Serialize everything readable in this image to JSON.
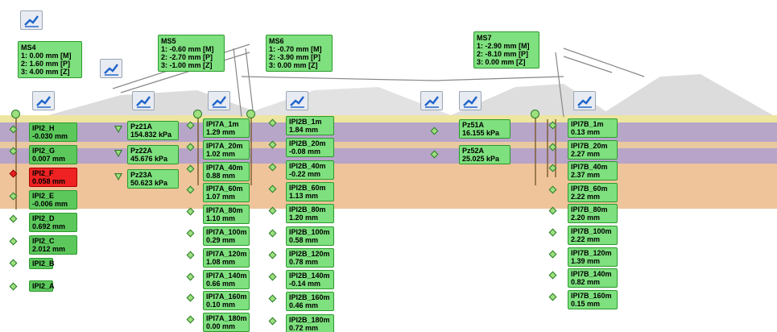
{
  "colors": {
    "box_green": "#7ee07e",
    "box_border": "#2c9a2c",
    "alarm_red": "#ee2222",
    "layer_purple": "#b8a6c9",
    "layer_orange": "#efc49b",
    "layer_yellow": "#eee5a0"
  },
  "icons": {
    "chart_button": "chart-trend-icon",
    "marker_diamond": "diamond-marker-icon",
    "marker_triangle": "triangle-marker-icon",
    "marker_circle": "circle-marker-icon"
  },
  "ms": [
    {
      "name": "MS4",
      "lines": [
        "1: 0.00 mm [M]",
        "2: 1.60 mm [P]",
        "3: 4.00 mm [Z]"
      ]
    },
    {
      "name": "MS5",
      "lines": [
        "1: -0.60 mm [M]",
        "2: -2.70 mm [P]",
        "3: -1.00 mm [Z]"
      ]
    },
    {
      "name": "MS6",
      "lines": [
        "1: -0.70 mm [M]",
        "2: -3.90 mm [P]",
        "3: 0.00 mm [Z]"
      ]
    },
    {
      "name": "MS7",
      "lines": [
        "1: -2.90 mm [M]",
        "2: -8.10 mm [P]",
        "3: 0.00 mm [Z]"
      ]
    }
  ],
  "ipi2": [
    {
      "name": "IPI2_H",
      "value": "-0.030 mm",
      "status": "dark"
    },
    {
      "name": "IPI2_G",
      "value": "0.007 mm",
      "status": "dark"
    },
    {
      "name": "IPI2_F",
      "value": "0.058 mm",
      "status": "red"
    },
    {
      "name": "IPI2_E",
      "value": "-0.006 mm",
      "status": "dark"
    },
    {
      "name": "IPI2_D",
      "value": "0.692 mm",
      "status": "dark"
    },
    {
      "name": "IPI2_C",
      "value": "2.012 mm",
      "status": "dark"
    },
    {
      "name": "IPI2_B",
      "value": "",
      "status": "dark"
    },
    {
      "name": "IPI2_A",
      "value": "",
      "status": "dark"
    }
  ],
  "pz2": [
    {
      "name": "Pz21A",
      "value": "154.832 kPa"
    },
    {
      "name": "Pz22A",
      "value": "45.676 kPa"
    },
    {
      "name": "Pz23A",
      "value": "50.623 kPa"
    }
  ],
  "pz5": [
    {
      "name": "Pz51A",
      "value": "16.155 kPa"
    },
    {
      "name": "Pz52A",
      "value": "25.025 kPa"
    }
  ],
  "ipi7a": [
    {
      "name": "IPI7A_1m",
      "value": "1.29 mm"
    },
    {
      "name": "IPI7A_20m",
      "value": "1.02 mm"
    },
    {
      "name": "IPI7A_40m",
      "value": "0.88 mm"
    },
    {
      "name": "IPI7A_60m",
      "value": "1.07 mm"
    },
    {
      "name": "IPI7A_80m",
      "value": "1.10 mm"
    },
    {
      "name": "IPI7A_100m",
      "value": "0.29 mm"
    },
    {
      "name": "IPI7A_120m",
      "value": "1.08 mm"
    },
    {
      "name": "IPI7A_140m",
      "value": "0.66 mm"
    },
    {
      "name": "IPI7A_160m",
      "value": "0.10 mm"
    },
    {
      "name": "IPI7A_180m",
      "value": "0.00 mm"
    }
  ],
  "ipi2b": [
    {
      "name": "IPI2B_1m",
      "value": "1.84 mm"
    },
    {
      "name": "IPI2B_20m",
      "value": "-0.08 mm"
    },
    {
      "name": "IPI2B_40m",
      "value": "-0.22 mm"
    },
    {
      "name": "IPI2B_60m",
      "value": "1.13 mm"
    },
    {
      "name": "IPI2B_80m",
      "value": "1.20 mm"
    },
    {
      "name": "IPI2B_100m",
      "value": "0.58 mm"
    },
    {
      "name": "IPI2B_120m",
      "value": "0.78 mm"
    },
    {
      "name": "IPI2B_140m",
      "value": "-0.14 mm"
    },
    {
      "name": "IPI2B_160m",
      "value": "0.46 mm"
    },
    {
      "name": "IPI2B_180m",
      "value": "0.72 mm"
    }
  ],
  "ipi7b": [
    {
      "name": "IPI7B_1m",
      "value": "0.13 mm"
    },
    {
      "name": "IPI7B_20m",
      "value": "2.27 mm"
    },
    {
      "name": "IPI7B_40m",
      "value": "2.37 mm"
    },
    {
      "name": "IPI7B_60m",
      "value": "2.22 mm"
    },
    {
      "name": "IPI7B_80m",
      "value": "2.20 mm"
    },
    {
      "name": "IPI7B_100m",
      "value": "2.22 mm"
    },
    {
      "name": "IPI7B_120m",
      "value": "1.39 mm"
    },
    {
      "name": "IPI7B_140m",
      "value": "0.82 mm"
    },
    {
      "name": "IPI7B_160m",
      "value": "0.15 mm"
    }
  ]
}
